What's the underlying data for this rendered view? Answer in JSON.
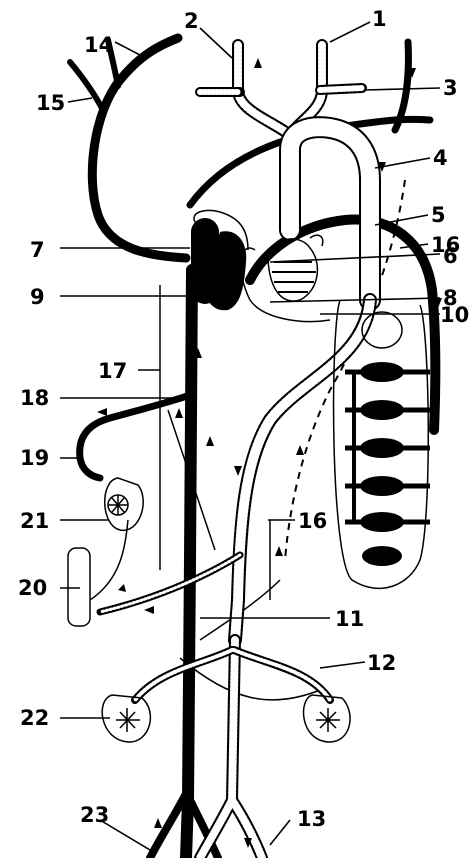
{
  "labels": {
    "l1": "1",
    "l2": "2",
    "l3": "3",
    "l4": "4",
    "l5": "5",
    "l6": "6",
    "l7": "7",
    "l8": "8",
    "l9": "9",
    "l10": "10",
    "l11": "11",
    "l12": "12",
    "l13": "13",
    "l14": "14",
    "l15": "15",
    "l16a": "16",
    "l16b": "16",
    "l17": "17",
    "l18": "18",
    "l19": "19",
    "l20": "20",
    "l21": "21",
    "l22": "22",
    "l23": "23"
  },
  "colors": {
    "ink": "#000000",
    "paper": "#ffffff"
  }
}
